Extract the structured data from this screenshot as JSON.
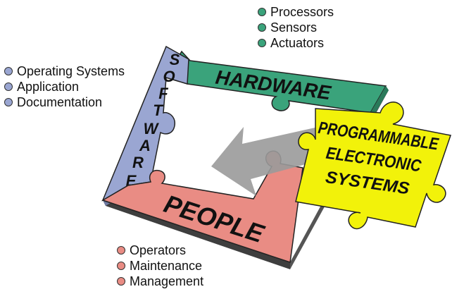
{
  "colors": {
    "hardware": "#3aa37b",
    "software": "#9aa6d2",
    "people": "#e98c84",
    "programmable": "#f2f20a",
    "arrow": "#9a9a9a",
    "edge": "#4a4a4a"
  },
  "hardware": {
    "label": "HARDWARE",
    "bullets": [
      "Processors",
      "Sensors",
      "Actuators"
    ]
  },
  "software": {
    "letters": [
      "S",
      "O",
      "F",
      "T",
      "W",
      "A",
      "R",
      "E"
    ],
    "bullets": [
      "Operating Systems",
      "Application",
      "Documentation"
    ]
  },
  "people": {
    "label": "PEOPLE",
    "bullets": [
      "Operators",
      "Maintenance",
      "Management"
    ]
  },
  "programmable": {
    "lines": [
      "PROGRAMMABLE",
      "ELECTRONIC",
      "SYSTEMS"
    ]
  }
}
